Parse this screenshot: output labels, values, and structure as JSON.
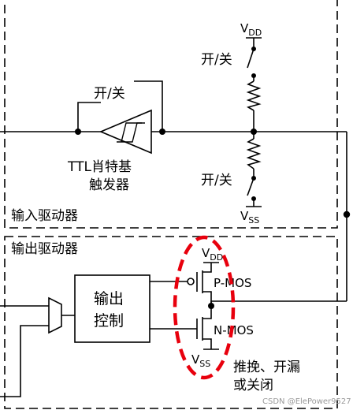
{
  "input_driver": {
    "title": "输入驱动器",
    "switch_top_label": "开/关",
    "switch_schmitt_label": "开/关",
    "switch_bottom_label": "开/关",
    "schmitt_label_line1": "TTL肖特基",
    "schmitt_label_line2": "触发器",
    "vdd_main": "V",
    "vdd_sub": "DD",
    "vss_main": "V",
    "vss_sub": "SS"
  },
  "output_driver": {
    "title": "输出驱动器",
    "control_line1": "输出",
    "control_line2": "控制",
    "pmos_label": "P-MOS",
    "nmos_label": "N-MOS",
    "vdd_main": "V",
    "vdd_sub": "DD",
    "vss_main": "V",
    "vss_sub": "SS",
    "mode_line1": "推挽、开漏",
    "mode_line2": "或关闭"
  },
  "watermark": "CSDN @ElePower9527",
  "colors": {
    "line": "#000000",
    "highlight": "#e8000d",
    "watermark": "#9a9a9a"
  }
}
